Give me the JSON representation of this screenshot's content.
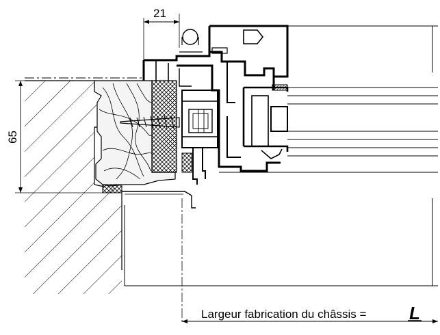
{
  "dimensions": {
    "width_label": "21",
    "height_label": "65"
  },
  "caption": {
    "text": "Largeur fabrication du châssis =",
    "symbol": "L"
  },
  "colors": {
    "stroke": "#000000",
    "background": "#ffffff",
    "wood_fill": "#f4f4f4",
    "insulation_fill": "#d8d8d8"
  }
}
